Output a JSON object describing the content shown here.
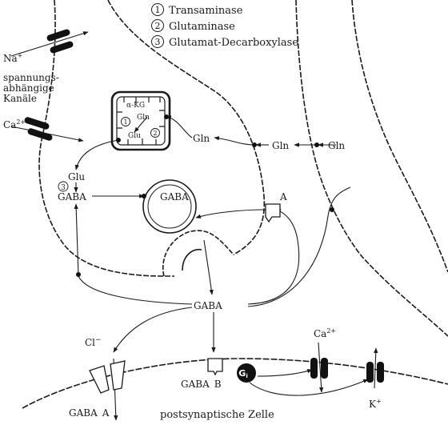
{
  "legend": [
    {
      "num": "1",
      "text": "Transaminase"
    },
    {
      "num": "2",
      "text": "Glutaminase"
    },
    {
      "num": "3",
      "text": "Glutamat-Decarboxylase"
    }
  ],
  "labels": {
    "na": "Na",
    "na_sup": "+",
    "channels_1": "spannungs-",
    "channels_2": "abhängige",
    "channels_3": "Kanäle",
    "ca_left": "Ca",
    "ca_left_sup": "2+",
    "mito_akg": "α-KG",
    "mito_gln": "Gln",
    "mito_glu": "Glu",
    "mito_1": "1",
    "mito_2": "2",
    "gln_a": "Gln",
    "gln_b": "Gln",
    "gln_c": "Gln",
    "glu": "Glu",
    "step3": "3",
    "gaba_pre": "GABA",
    "gaba_vesicle": "GABA",
    "transporter_a": "A",
    "gaba_cleft": "GABA",
    "cl": "Cl",
    "cl_sup": "−",
    "ca_right": "Ca",
    "ca_right_sup": "2+",
    "gi": "G",
    "gi_sub": "i",
    "k": "K",
    "k_sup": "+",
    "gaba_b": "GABA",
    "gaba_b_letter": "B",
    "gaba_a": "GABA",
    "gaba_a_letter": "A",
    "postsynaptic": "postsynaptische Zelle"
  }
}
